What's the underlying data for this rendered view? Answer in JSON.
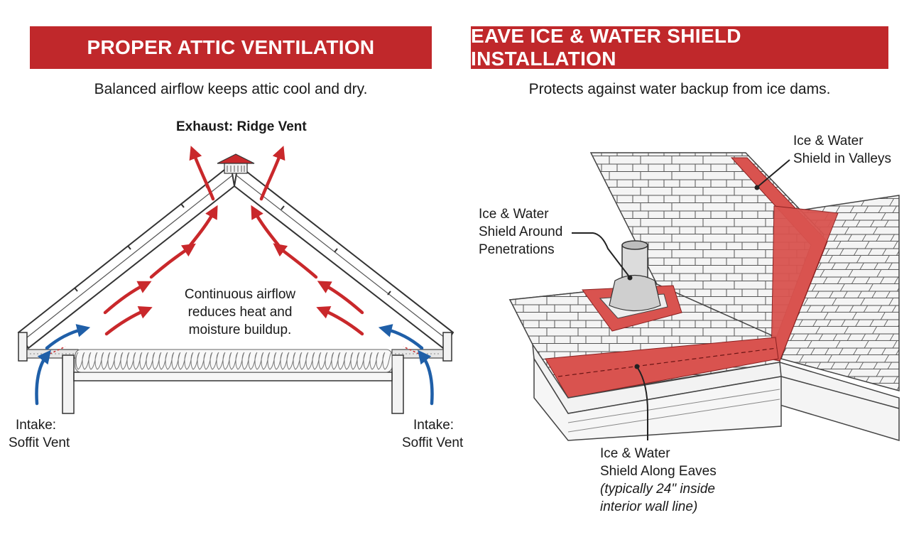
{
  "left_panel": {
    "title": "PROPER ATTIC VENTILATION",
    "subtitle": "Balanced airflow keeps attic cool and dry.",
    "exhaust_label": "Exhaust: Ridge Vent",
    "airflow_label": [
      "Continuous airflow",
      "reduces heat and",
      "moisture buildup."
    ],
    "intake_left": [
      "Intake:",
      "Soffit Vent"
    ],
    "intake_right": [
      "Intake:",
      "Soffit Vent"
    ]
  },
  "right_panel": {
    "title": "EAVE ICE & WATER SHIELD INSTALLATION",
    "subtitle": "Protects against water backup from ice dams.",
    "valleys_label": [
      "Ice & Water",
      "Shield in Valleys"
    ],
    "penetrations_label": [
      "Ice & Water",
      "Shield Around",
      "Penetrations"
    ],
    "eaves_label": [
      "Ice & Water",
      "Shield Along Eaves"
    ],
    "eaves_note": [
      "(typically 24\" inside",
      "interior wall line)"
    ]
  },
  "colors": {
    "banner": "#c0282b",
    "exhaust_arrow": "#c9282b",
    "intake_arrow": "#1f5fa8",
    "shield": "#d9534f"
  }
}
